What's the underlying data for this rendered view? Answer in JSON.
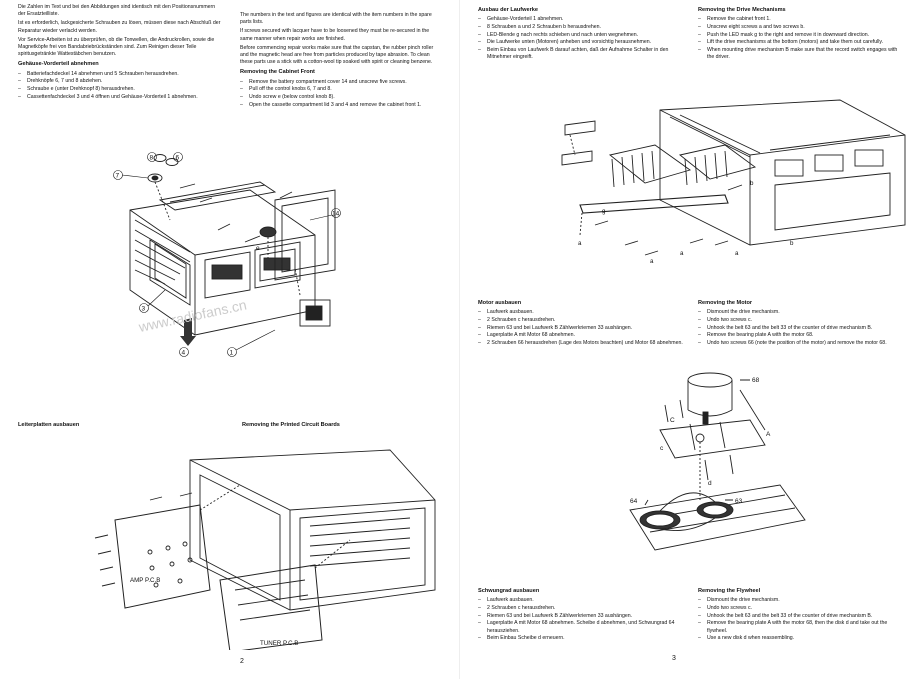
{
  "left_page": {
    "de_intro": [
      "Die Zahlen im Text und bei den Abbildungen sind identisch mit den Positionsnummern der Ersatzteilliste.",
      "Ist es erforderlich, lackgesicherte Schrauben zu lösen, müssen diese nach Abschluß der Reparatur wieder verlackt werden.",
      "Vor Service-Arbeiten ist zu überprüfen, ob die Tonwellen, die Andruckrollen, sowie die Magnetköpfe frei von Bandabriebrückständen sind. Zum Reinigen dieser Teile spiritusgetränkte Wattestäbchen benutzen."
    ],
    "de_front_heading": "Gehäuse-Vorderteil abnehmen",
    "de_front_steps": [
      "Batteriefachdeckel 14 abnehmen und 5 Schrauben herausdrehen.",
      "Drehknöpfe 6, 7 und 8 abziehen.",
      "Schraube e (unter Drehknopf 8) herausdrehen.",
      "Cassettenfachdeckel 3 und 4 öffnen und Gehäuse-Vorderteil 1 abnehmen."
    ],
    "en_intro": [
      "The numbers in the text and figures are identical with the item numbers in the spare parts lists.",
      "If screws secured with lacquer have to be loosened they must be re-secured in the same manner when repair works are finished.",
      "Before commencing repair works make sure that the capstan, the rubber pinch roller and the magnetic head are free from particles produced by tape abrasion. To clean these parts use a stick with a cotton-wool tip soaked with spirit or cleaning benzene."
    ],
    "en_front_heading": "Removing the Cabinet Front",
    "en_front_steps": [
      "Remove the battery compartment cover 14 and unscrew five screws.",
      "Pull off the control knobs 6, 7 and 8.",
      "Undo screw e (below control knob 8).",
      "Open the cassette compartment lid 3 and 4 and remove the cabinet front 1."
    ],
    "de_pcb_heading": "Leiterplatten ausbauen",
    "en_pcb_heading": "Removing the Printed Circuit Boards",
    "fig1_callouts": [
      "7",
      "8",
      "6",
      "14",
      "e",
      "3",
      "4",
      "1"
    ],
    "watermark": "www.radiofans.cn",
    "fig2_labels": {
      "amp": "AMP P.C.B",
      "tuner": "TUNER P.C.B"
    },
    "page_number": "2"
  },
  "right_page": {
    "de_drive_heading": "Ausbau der Laufwerke",
    "de_drive_steps": [
      "Gehäuse-Vorderteil 1 abnehmen.",
      "8 Schrauben a und 2 Schrauben b herausdrehen.",
      "LED-Blende g nach rechts schieben und nach unten wegnehmen.",
      "Die Laufwerke unten (Motoren) anheben und vorsichtig herausnehmen.",
      "Beim Einbau von Laufwerk B darauf achten, daß der Aufnahme Schalter in den Mitnehmer eingreift."
    ],
    "en_drive_heading": "Removing the Drive Mechanisms",
    "en_drive_steps": [
      "Remove the cabinet front 1.",
      "Unscrew eight screws a and two screws b.",
      "Push the LED mask g to the right and remove it in downward direction.",
      "Lift the drive mechanisms at the bottom (motors) and take them out carefully.",
      "When mounting drive mechanism B make sure that the record switch engages with the driver."
    ],
    "fig3_callouts": [
      "a",
      "a",
      "a",
      "g",
      "a",
      "b",
      "b"
    ],
    "de_motor_heading": "Motor ausbauen",
    "de_motor_steps": [
      "Laufwerk ausbauen.",
      "2 Schrauben c herausdrehen.",
      "Riemen 63 und bei Laufwerk B Zählwerkriemen 33 aushängen.",
      "Lagerplatte A mit Motor 68 abnehmen.",
      "2 Schrauben 66 herausdrehen (Lage des Motors beachten) und Motor 68 abnehmen."
    ],
    "en_motor_heading": "Removing the Motor",
    "en_motor_steps": [
      "Dismount the drive mechanism.",
      "Undo two screws c.",
      "Unhook the belt 63 and the belt 33 of the counter of drive mechanism B.",
      "Remove the bearing plate A with the motor 68.",
      "Undo two screws 66 (note the position of the motor) and remove the motor 68."
    ],
    "fig4_callouts": [
      "68",
      "C",
      "A",
      "c",
      "d",
      "64",
      "63"
    ],
    "de_fly_heading": "Schwungrad ausbauen",
    "de_fly_steps": [
      "Laufwerk ausbauen.",
      "2 Schrauben c herausdrehen.",
      "Riemen 63 und bei Laufwerk B Zählwerkriemen 33 aushängen.",
      "Lagerplatte A mit Motor 68 abnehmen. Scheibe d abnehmen, und Schwungrad 64 herausziehen.",
      "Beim Einbau Scheibe d erneuern."
    ],
    "en_fly_heading": "Removing the Flywheel",
    "en_fly_steps": [
      "Dismount the drive mechanism.",
      "Undo two screws c.",
      "Unhook the belt 63 and the belt 33 of the counter of drive mechanism B.",
      "Remove the bearing plate A with the motor 68, then the disk d and take out the flywheel.",
      "Use a new disk d when reassembling."
    ],
    "page_number": "3"
  }
}
